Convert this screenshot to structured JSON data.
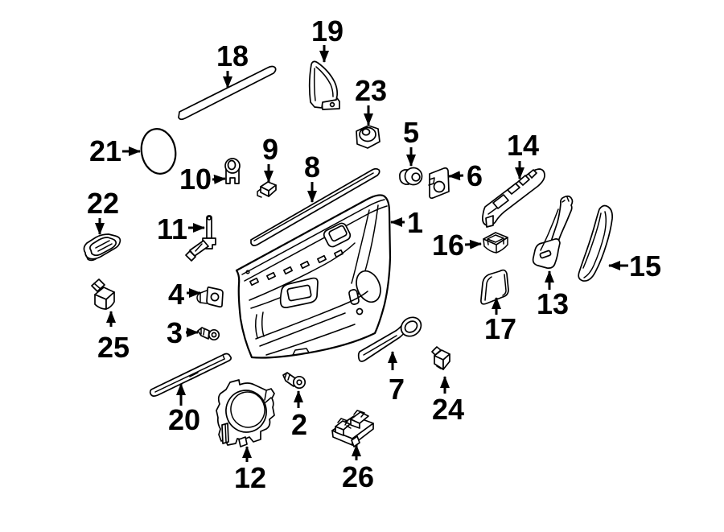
{
  "figure": {
    "type": "exploded-parts-diagram",
    "subject": "front-door-interior-trim-components",
    "background_color": "#ffffff",
    "line_color": "#000000",
    "callout_count": 26
  },
  "callouts": [
    "1",
    "2",
    "3",
    "4",
    "5",
    "6",
    "7",
    "8",
    "9",
    "10",
    "11",
    "12",
    "13",
    "14",
    "15",
    "16",
    "17",
    "18",
    "19",
    "20",
    "21",
    "22",
    "23",
    "24",
    "25",
    "26"
  ]
}
